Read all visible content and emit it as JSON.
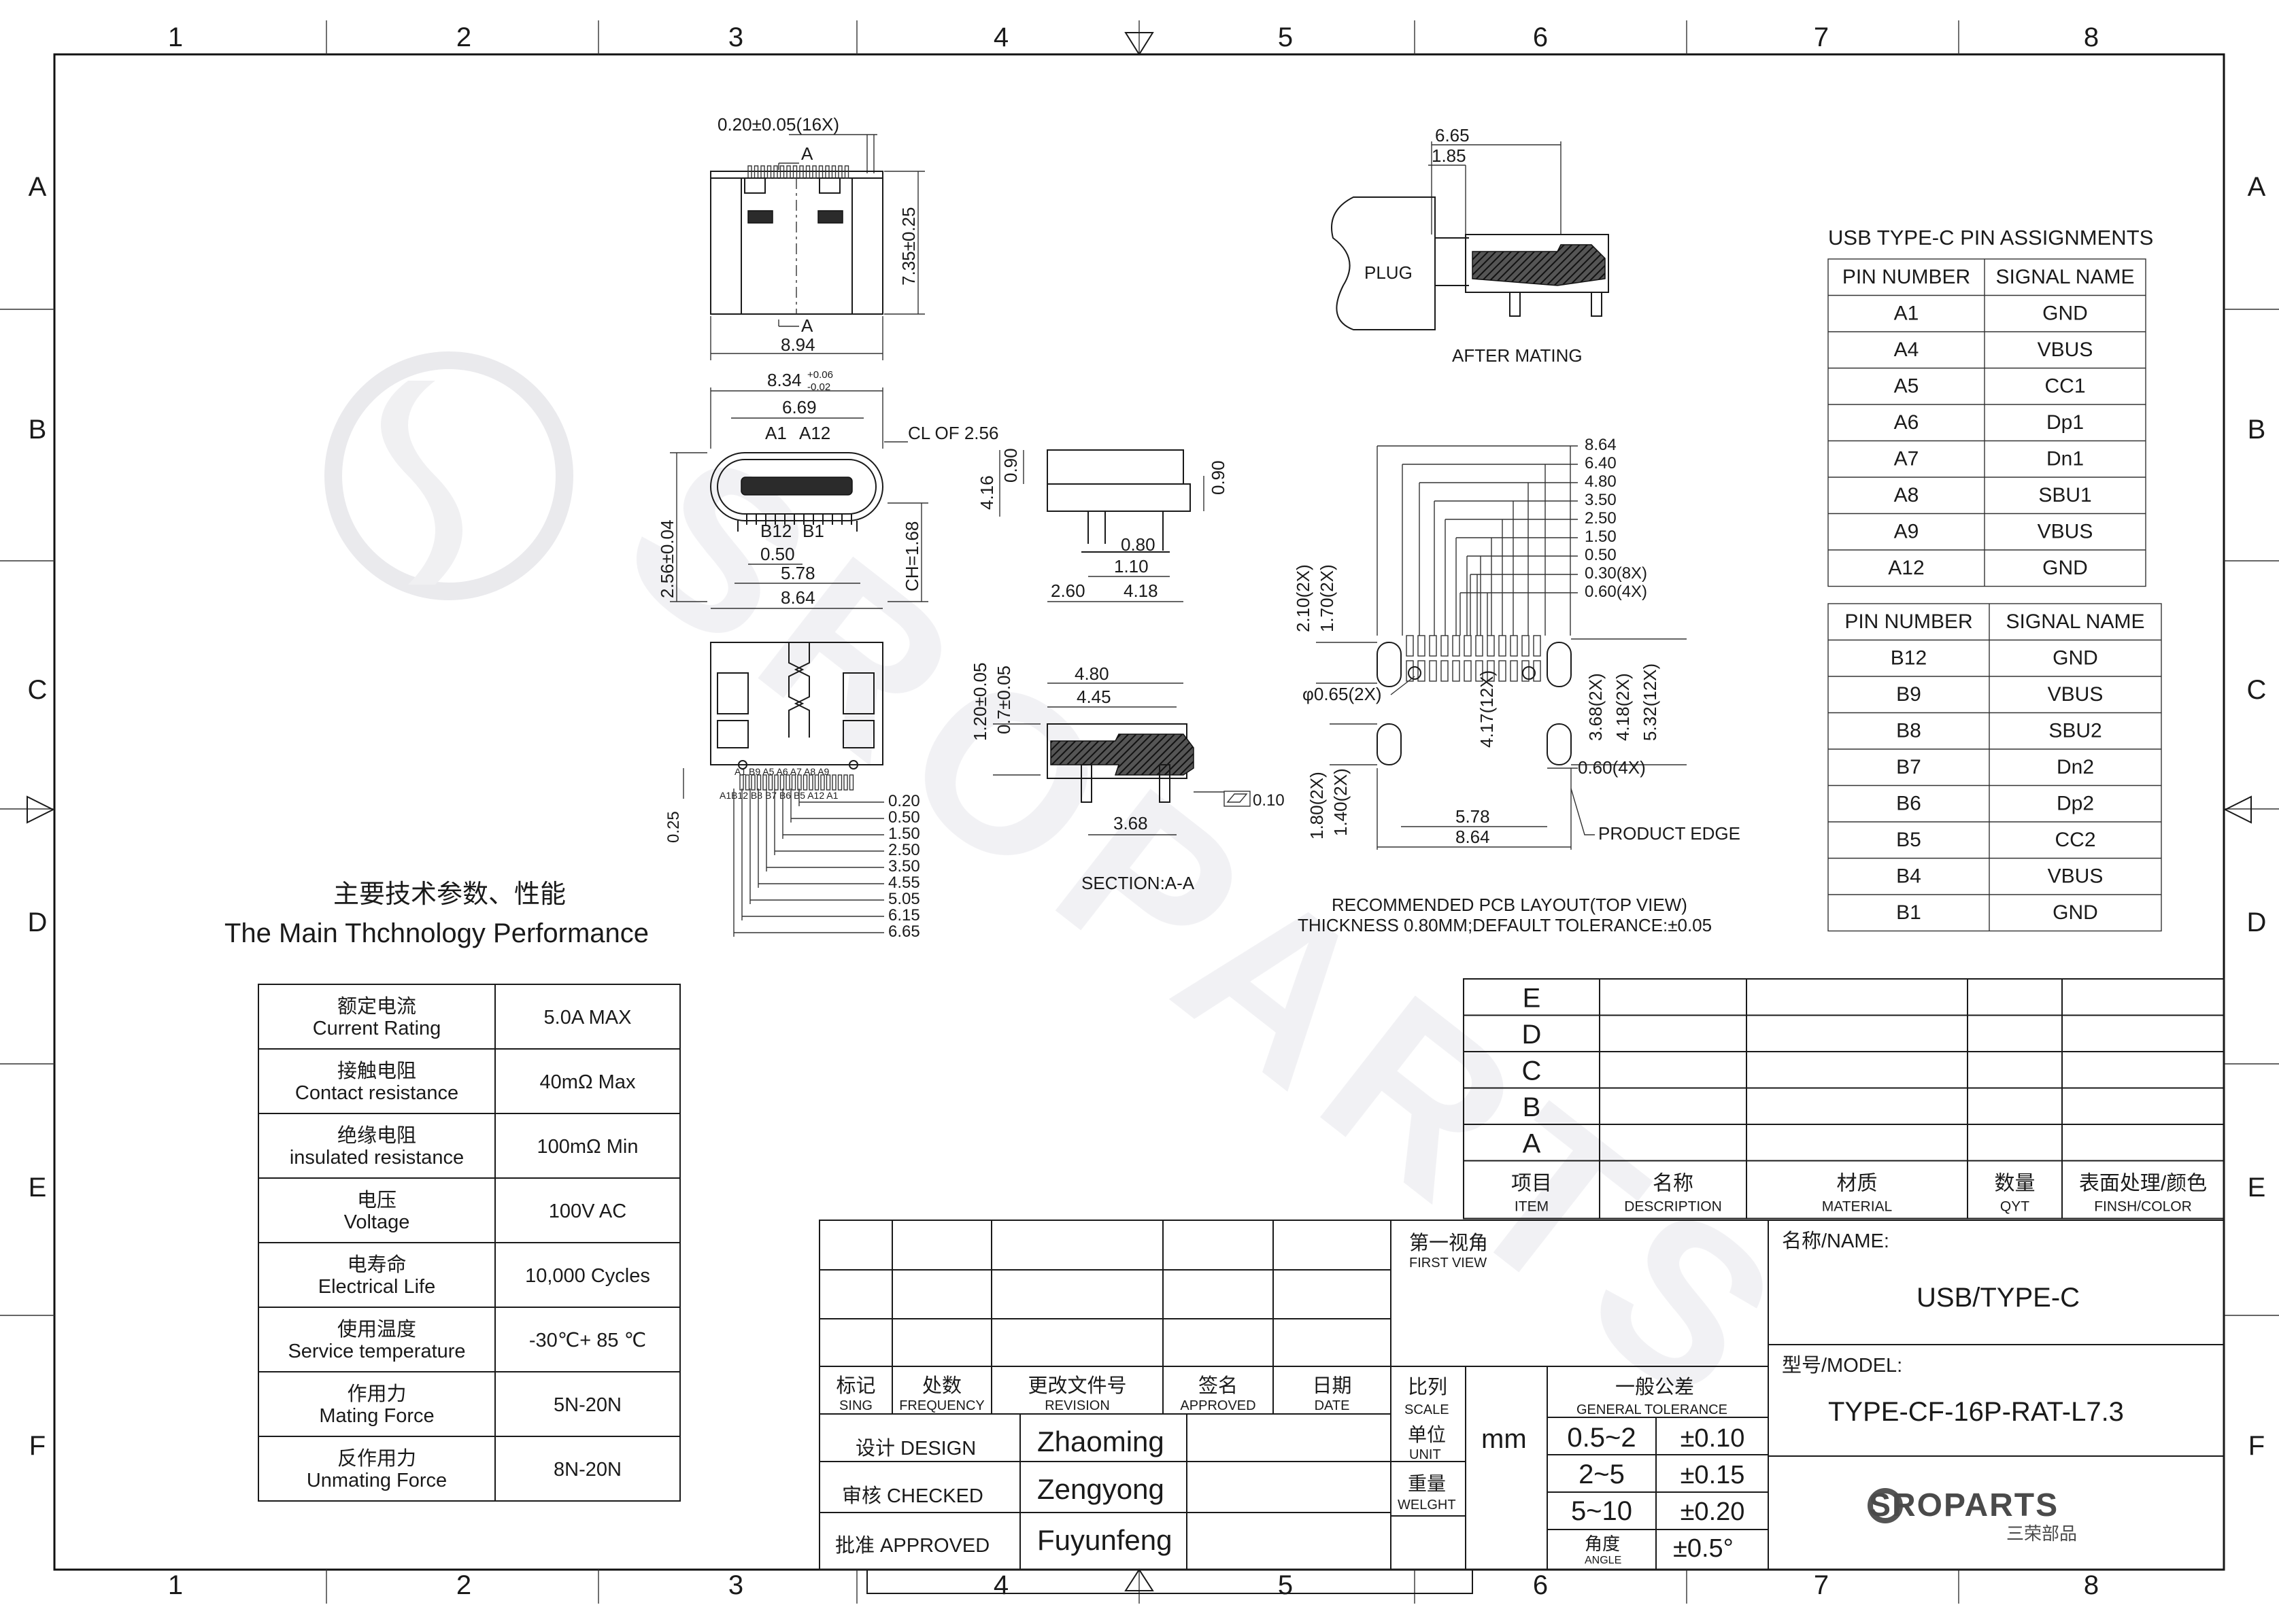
{
  "frame": {
    "cols": [
      "1",
      "2",
      "3",
      "4",
      "5",
      "6",
      "7",
      "8"
    ],
    "rows": [
      "A",
      "B",
      "C",
      "D",
      "E",
      "F"
    ]
  },
  "watermark": {
    "text": "SROPARTS"
  },
  "top_view": {
    "pitch": "0.20±0.05(16X)",
    "section_top": "A",
    "section_bottom": "A",
    "height": "7.35±0.25",
    "width": "8.94"
  },
  "front_view": {
    "outer_width": "8.34",
    "outer_tol_plus": "+0.06",
    "outer_tol_minus": "-0.02",
    "inner_width": "6.69",
    "centerline": "CL OF 2.56",
    "pin_a1": "A1",
    "pin_a12": "A12",
    "pin_b12": "B12",
    "pin_b1": "B1",
    "height": "2.56±0.04",
    "ch": "CH=1.68",
    "d050": "0.50",
    "d578": "5.78",
    "d864": "8.64"
  },
  "side_view": {
    "h416": "4.16",
    "h090a": "0.90",
    "h090b": "0.90",
    "d080": "0.80",
    "d110": "1.10",
    "d260": "2.60",
    "d418": "4.18"
  },
  "bottom_view": {
    "pin_labels_top": "A1 B9  A5  A6 A7  A8  A9",
    "pin_labels_bot": "A1B12  B8  B7  B6  B5  A12 A1",
    "d025": "0.25",
    "dims": [
      "0.20",
      "0.50",
      "1.50",
      "2.50",
      "3.50",
      "4.55",
      "5.05",
      "6.15",
      "6.65"
    ]
  },
  "section_aa": {
    "h120": "1.20±0.05",
    "h07": "0.7±0.05",
    "d480": "4.80",
    "d445": "4.45",
    "d368": "3.68",
    "flat": "0.10",
    "caption": "SECTION:A-A"
  },
  "after_mating": {
    "d665": "6.65",
    "d185": "1.85",
    "plug": "PLUG",
    "caption": "AFTER MATING"
  },
  "pcb_layout": {
    "top_dims": [
      "8.64",
      "6.40",
      "4.80",
      "3.50",
      "2.50",
      "1.50",
      "0.50",
      "0.30(8X)",
      "0.60(4X)"
    ],
    "v210": "2.10(2X)",
    "v170": "1.70(2X)",
    "hole": "φ0.65(2X)",
    "v417": "4.17(12X)",
    "v368": "3.68(2X)",
    "v418": "4.18(2X)",
    "v532": "5.32(12X)",
    "d060": "0.60(4X)",
    "v180": "1.80(2X)",
    "v140": "1.40(2X)",
    "d578": "5.78",
    "d864": "8.64",
    "edge": "PRODUCT EDGE",
    "caption1": "RECOMMENDED PCB LAYOUT(TOP VIEW)",
    "caption2": "THICKNESS 0.80MM;DEFAULT TOLERANCE:±0.05"
  },
  "pin_assignments": {
    "title": "USB TYPE-C PIN ASSIGNMENTS",
    "header": [
      "PIN NUMBER",
      "SIGNAL NAME"
    ],
    "a_rows": [
      [
        "A1",
        "GND"
      ],
      [
        "A4",
        "VBUS"
      ],
      [
        "A5",
        "CC1"
      ],
      [
        "A6",
        "Dp1"
      ],
      [
        "A7",
        "Dn1"
      ],
      [
        "A8",
        "SBU1"
      ],
      [
        "A9",
        "VBUS"
      ],
      [
        "A12",
        "GND"
      ]
    ],
    "b_rows": [
      [
        "B12",
        "GND"
      ],
      [
        "B9",
        "VBUS"
      ],
      [
        "B8",
        "SBU2"
      ],
      [
        "B7",
        "Dn2"
      ],
      [
        "B6",
        "Dp2"
      ],
      [
        "B5",
        "CC2"
      ],
      [
        "B4",
        "VBUS"
      ],
      [
        "B1",
        "GND"
      ]
    ]
  },
  "performance": {
    "title_cn": "主要技术参数、性能",
    "title_en": "The Main Thchnology Performance",
    "rows": [
      {
        "cn": "额定电流",
        "en": "Current Rating",
        "val": "5.0A MAX"
      },
      {
        "cn": "接触电阻",
        "en": "Contact resistance",
        "val": "40mΩ Max"
      },
      {
        "cn": "绝缘电阻",
        "en": "insulated resistance",
        "val": "100mΩ Min"
      },
      {
        "cn": "电压",
        "en": "Voltage",
        "val": "100V AC"
      },
      {
        "cn": "电寿命",
        "en": "Electrical Life",
        "val": "10,000 Cycles"
      },
      {
        "cn": "使用温度",
        "en": "Service temperature",
        "val": "-30℃+ 85 ℃"
      },
      {
        "cn": "作用力",
        "en": "Mating Force",
        "val": "5N-20N"
      },
      {
        "cn": "反作用力",
        "en": "Unmating Force",
        "val": "8N-20N"
      }
    ]
  },
  "bom": {
    "rows": [
      "E",
      "D",
      "C",
      "B",
      "A"
    ],
    "headers": [
      {
        "cn": "项目",
        "en": "ITEM"
      },
      {
        "cn": "名称",
        "en": "DESCRIPTION"
      },
      {
        "cn": "材质",
        "en": "MATERIAL"
      },
      {
        "cn": "数量",
        "en": "QYT"
      },
      {
        "cn": "表面处理/颜色",
        "en": "FINSH/COLOR"
      }
    ]
  },
  "title_block": {
    "rev_headers": [
      {
        "cn": "标记",
        "en": "SING"
      },
      {
        "cn": "处数",
        "en": "FREQUENCY"
      },
      {
        "cn": "更改文件号",
        "en": "REVISION"
      },
      {
        "cn": "签名",
        "en": "APPROVED"
      },
      {
        "cn": "日期",
        "en": "DATE"
      }
    ],
    "design_label": "设计 DESIGN",
    "designer": "Zhaoming",
    "checked_label": "审核 CHECKED",
    "checker": "Zengyong",
    "approved_label": "批准 APPROVED",
    "approver": "Fuyunfeng",
    "first_view_cn": "第一视角",
    "first_view_en": "FIRST VIEW",
    "scale_cn": "比列",
    "scale_en": "SCALE",
    "tol_cn": "一般公差",
    "tol_en": "GENERAL TOLERANCE",
    "unit_cn": "单位",
    "unit_en": "UNIT",
    "unit_val": "mm",
    "weight_cn": "重量",
    "weight_en": "WELGHT",
    "angle_cn": "角度",
    "angle_en": "ANGLE",
    "tolerances": [
      {
        "range": "0.5~2",
        "tol": "±0.10"
      },
      {
        "range": "2~5",
        "tol": "±0.15"
      },
      {
        "range": "5~10",
        "tol": "±0.20"
      }
    ],
    "angle_tol": "±0.5°",
    "name_label": "名称/NAME:",
    "name_value": "USB/TYPE-C",
    "model_label": "型号/MODEL:",
    "model_value": "TYPE-CF-16P-RAT-L7.3",
    "logo_text": "SROPARTS",
    "logo_cn": "三荣部品"
  }
}
